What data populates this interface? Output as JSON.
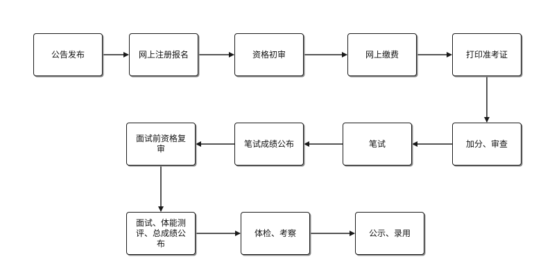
{
  "flowchart": {
    "colors": {
      "stroke": "#1a1a1a",
      "fill": "#ffffff",
      "text": "#111111",
      "shadow": "#8a8a8a"
    },
    "nodes": [
      {
        "id": "n1",
        "label": "公告发布"
      },
      {
        "id": "n2",
        "label": "网上注册报名"
      },
      {
        "id": "n3",
        "label": "资格初审"
      },
      {
        "id": "n4",
        "label": "网上缴费"
      },
      {
        "id": "n5",
        "label": "打印准考证"
      },
      {
        "id": "n6",
        "label": "加分、审查"
      },
      {
        "id": "n7",
        "label": "笔试"
      },
      {
        "id": "n8",
        "label": "笔试成绩公布"
      },
      {
        "id": "n9",
        "label": "面试前资格复\n审"
      },
      {
        "id": "n10",
        "label": "面试、体能测\n评、总成绩公\n布"
      },
      {
        "id": "n11",
        "label": "体检、考察"
      },
      {
        "id": "n12",
        "label": "公示、录用"
      }
    ],
    "edges": [
      {
        "from": "n1",
        "to": "n2"
      },
      {
        "from": "n2",
        "to": "n3"
      },
      {
        "from": "n3",
        "to": "n4"
      },
      {
        "from": "n4",
        "to": "n5"
      },
      {
        "from": "n5",
        "to": "n6"
      },
      {
        "from": "n6",
        "to": "n7"
      },
      {
        "from": "n7",
        "to": "n8"
      },
      {
        "from": "n8",
        "to": "n9"
      },
      {
        "from": "n9",
        "to": "n10"
      },
      {
        "from": "n10",
        "to": "n11"
      },
      {
        "from": "n11",
        "to": "n12"
      }
    ]
  }
}
